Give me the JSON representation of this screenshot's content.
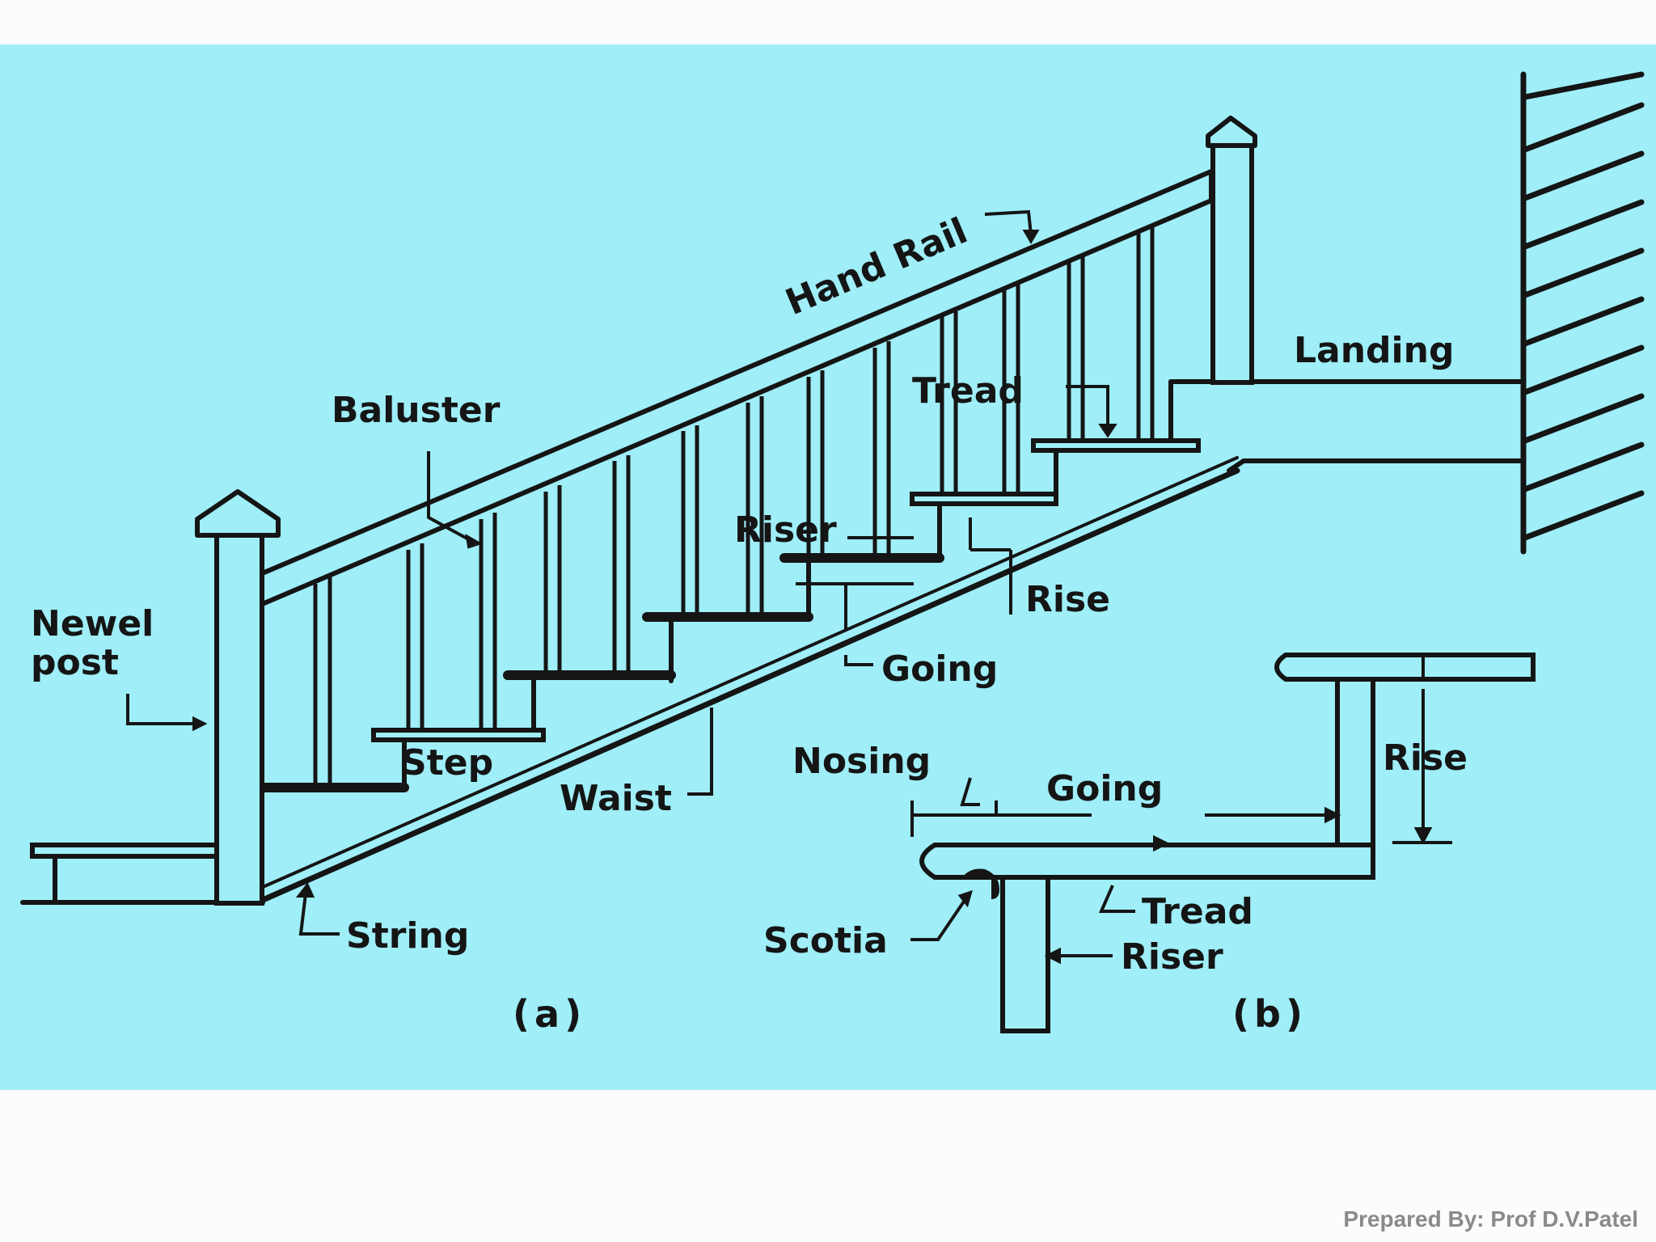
{
  "labels": {
    "hand_rail": "Hand Rail",
    "landing": "Landing",
    "baluster": "Baluster",
    "tread_a": "Tread",
    "riser_a": "Riser",
    "rise_a": "Rise",
    "newel_post_1": "Newel",
    "newel_post_2": "post",
    "going_a": "Going",
    "step": "Step",
    "waist": "Waist",
    "string": "String",
    "caption_a": "(a)",
    "nosing": "Nosing",
    "going_b": "Going",
    "rise_b": "Rise",
    "tread_b": "Tread",
    "scotia": "Scotia",
    "riser_b": "Riser",
    "caption_b": "(b)"
  },
  "footer": {
    "credit": "Prepared By: Prof D.V.Patel"
  },
  "colors": {
    "panel": "#9feef8",
    "ink": "#151515",
    "credit": "#8a8a8a"
  }
}
